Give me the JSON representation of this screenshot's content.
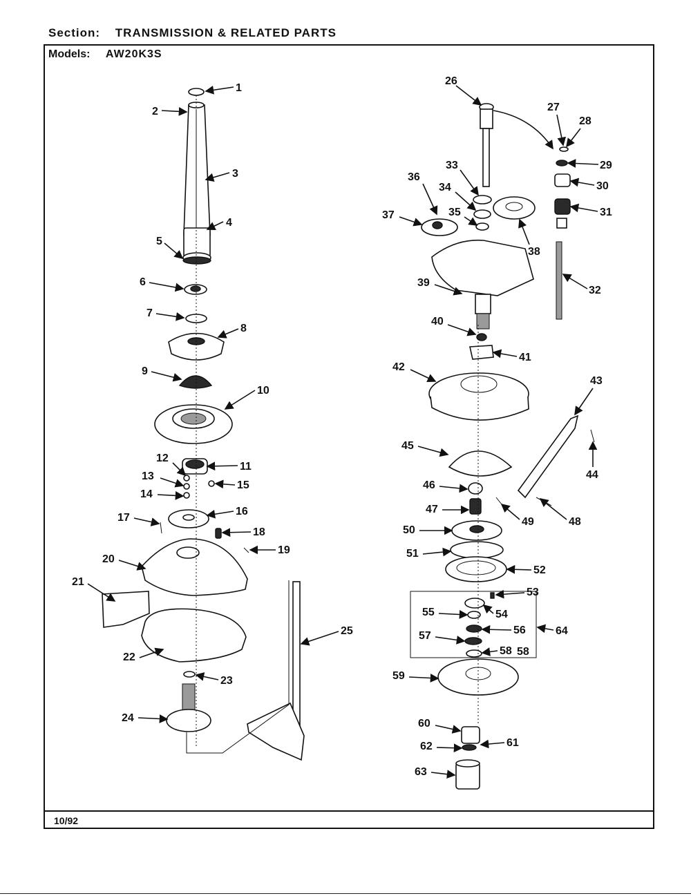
{
  "header": {
    "section_label": "Section:",
    "section_value": "TRANSMISSION & RELATED PARTS",
    "models_label": "Models:",
    "models_value": "AW20K3S"
  },
  "footer": {
    "date": "10/92"
  },
  "callouts": [
    "1",
    "2",
    "3",
    "4",
    "5",
    "6",
    "7",
    "8",
    "9",
    "10",
    "11",
    "12",
    "13",
    "14",
    "15",
    "16",
    "17",
    "18",
    "19",
    "20",
    "21",
    "22",
    "23",
    "24",
    "25",
    "26",
    "27",
    "28",
    "29",
    "30",
    "31",
    "32",
    "33",
    "34",
    "35",
    "36",
    "37",
    "38",
    "39",
    "40",
    "41",
    "42",
    "43",
    "44",
    "45",
    "46",
    "47",
    "48",
    "49",
    "50",
    "51",
    "52",
    "53",
    "54",
    "55",
    "56",
    "57",
    "58",
    "58",
    "59",
    "60",
    "61",
    "62",
    "63",
    "64"
  ]
}
